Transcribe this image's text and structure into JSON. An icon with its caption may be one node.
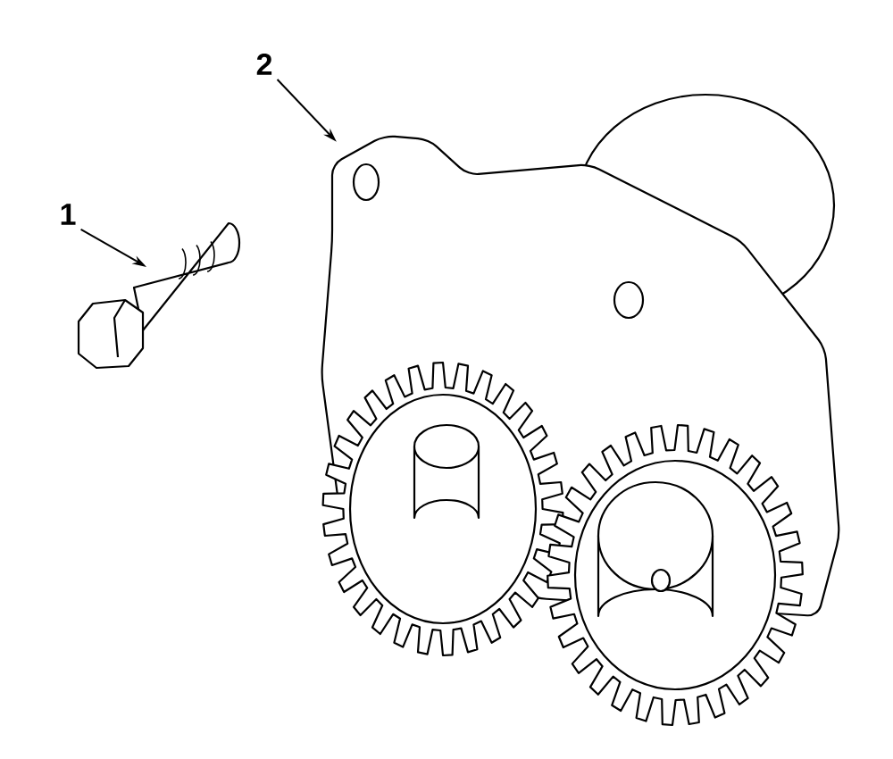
{
  "diagram": {
    "nodes": [
      {
        "text": [
          "1"
        ]
      },
      {
        "text": [],
        "shape": "picture"
      },
      {
        "text": [
          "2"
        ]
      },
      {
        "text": [],
        "shape": "picture"
      }
    ],
    "edges": [
      {
        "from": 0,
        "to": 1,
        "arrow": "to"
      },
      {
        "from": 2,
        "to": 3,
        "arrow": "to"
      }
    ]
  }
}
